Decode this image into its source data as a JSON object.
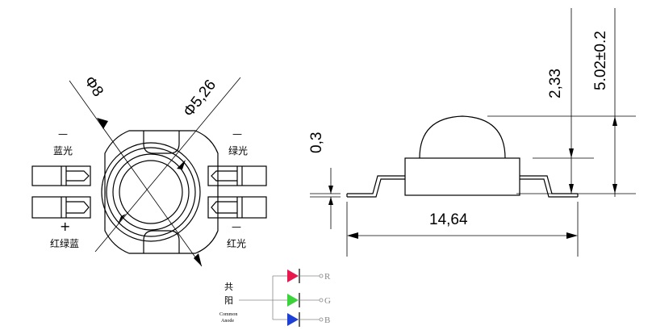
{
  "front_view": {
    "dim_outer": "Φ8",
    "dim_inner": "Φ5,26",
    "label_top_left": "蓝光",
    "label_top_right": "绿光",
    "label_bottom_left": "红绿蓝",
    "label_bottom_right": "红光",
    "minus_left": "—",
    "minus_right": "—",
    "plus_left": "+",
    "minus_bottom_right": "—"
  },
  "side_view": {
    "dim_lead": "0,3",
    "dim_length": "14,64",
    "dim_dome": "2,33",
    "dim_height": "5.02±0.2"
  },
  "schematic": {
    "common_cn_1": "共",
    "common_cn_2": "阳",
    "common_en_1": "Common",
    "common_en_2": "Anode",
    "label_r": "R",
    "label_g": "G",
    "label_b": "B",
    "colors": {
      "r": "#e8174d",
      "g": "#3ad43a",
      "b": "#1c3fd6"
    }
  }
}
